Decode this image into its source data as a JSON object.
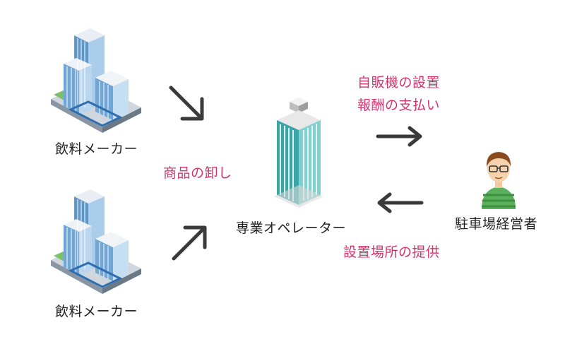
{
  "nodes": {
    "maker_top": {
      "label": "飲料メーカー"
    },
    "maker_bottom": {
      "label": "飲料メーカー"
    },
    "operator": {
      "label": "専業オペレーター"
    },
    "parking_owner": {
      "label": "駐車場経営者"
    }
  },
  "edges": {
    "wholesale": {
      "label": "商品の卸し"
    },
    "install_line1": {
      "label": "自販機の設置"
    },
    "install_line2": {
      "label": "報酬の支払い"
    },
    "location": {
      "label": "設置場所の提供"
    }
  },
  "colors": {
    "accent_label": "#d6336c",
    "text": "#222222",
    "arrow": "#3a3a3a",
    "glass": "#6fa6d6",
    "teal": "#3aa6a6",
    "shirt_stripe": "#5bb15b"
  },
  "icons": {
    "maker": "office-buildings-icon",
    "operator": "tower-building-icon",
    "owner": "person-icon"
  }
}
